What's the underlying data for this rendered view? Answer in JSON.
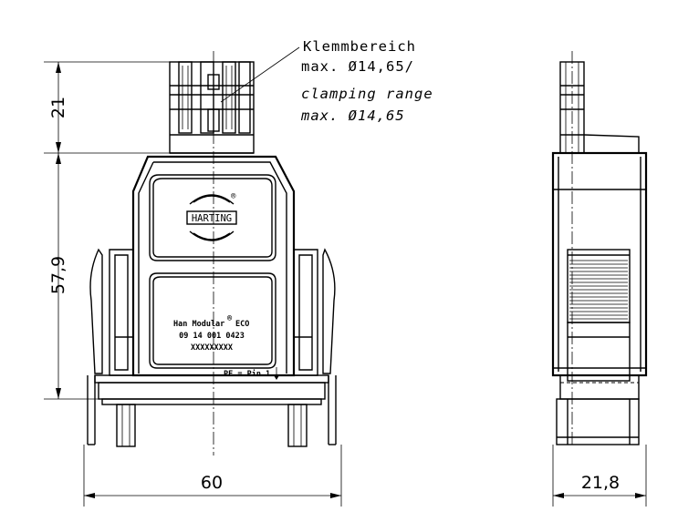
{
  "dimensions": {
    "top_height": "21",
    "body_height": "57,9",
    "width_front": "60",
    "width_side": "21,8"
  },
  "annotation": {
    "line1": "Klemmbereich",
    "line2": "max. Ø14,65/",
    "line3": "clamping range",
    "line4": "max. Ø14,65"
  },
  "logo": {
    "text": "HARTING",
    "registered": "®"
  },
  "label_plate": {
    "line1": "Han Modular",
    "registered": "®",
    "line1_suffix": "ECO",
    "line2": "09 14 001 0423",
    "line3": "XXXXXXXXX"
  },
  "pe_note": "PE = Pin 1"
}
